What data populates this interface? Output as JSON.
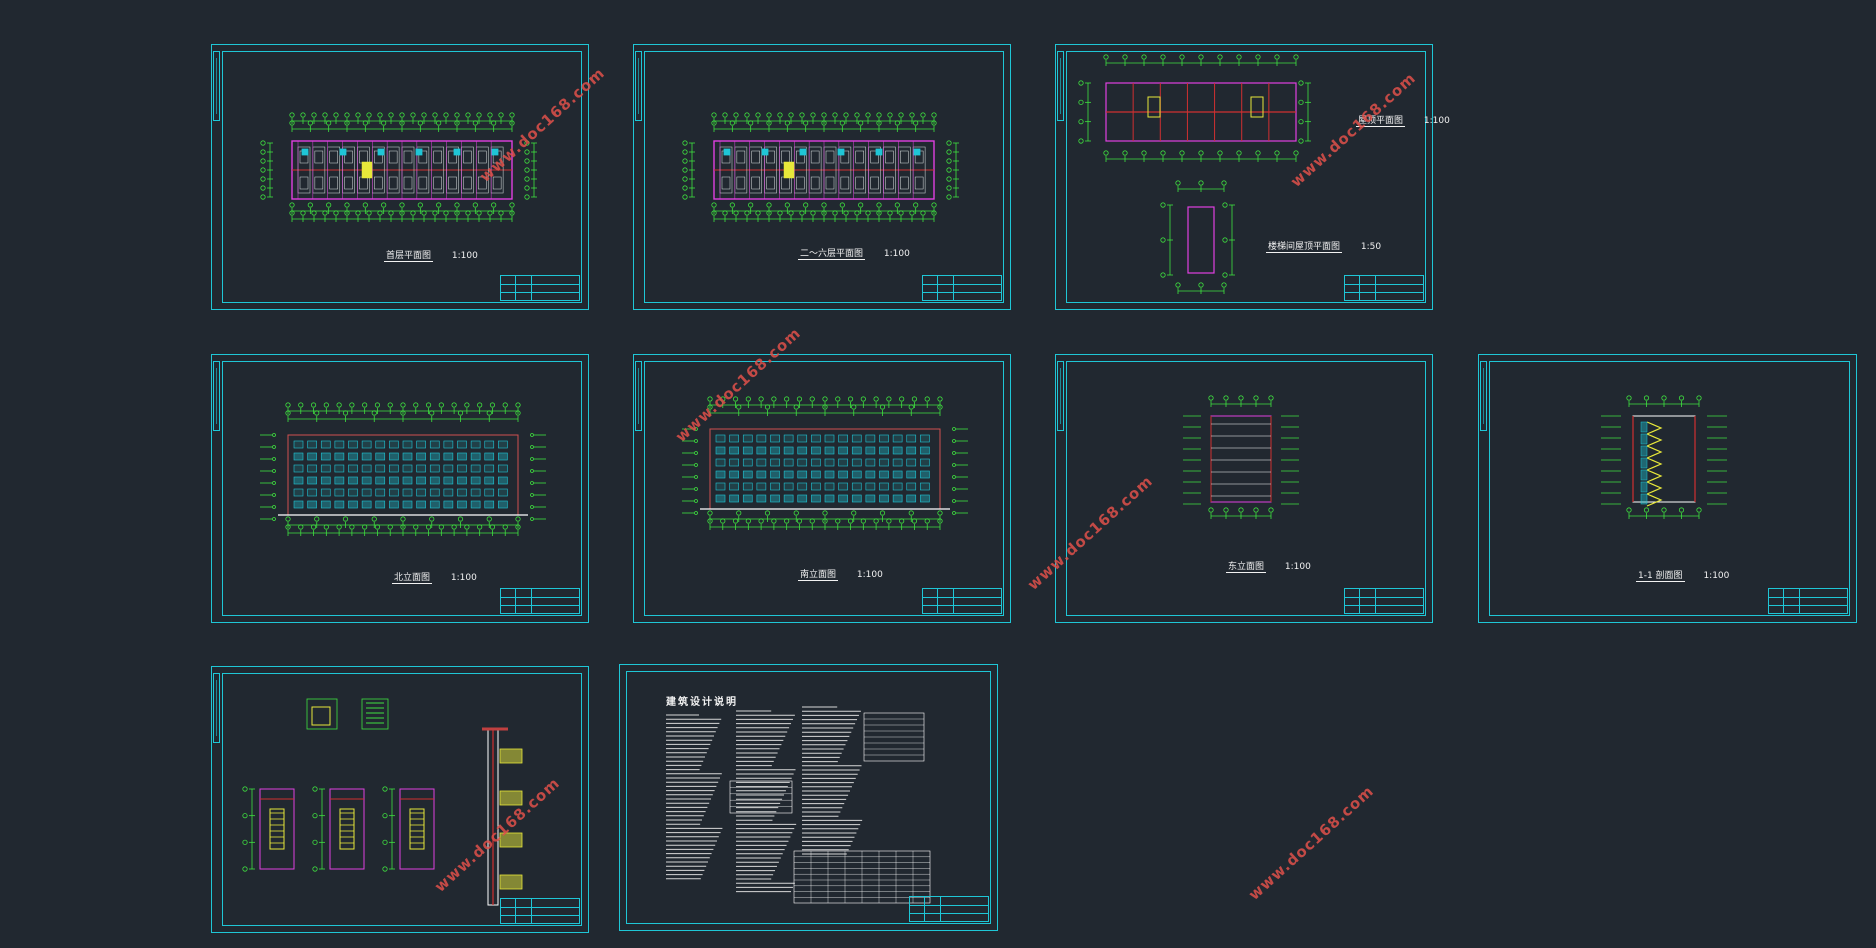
{
  "viewport": "CAD drawing layout overview",
  "colors": {
    "background": "#212830",
    "frame": "#1fc6d6",
    "dimension": "#3fe13f",
    "grid_axis": "#d03030",
    "wall": "#e040e0",
    "window": "#1fc6d6",
    "watermark": "#e0504a",
    "text": "#f2f2f2"
  },
  "watermark": "www.doc168.com",
  "sheets": [
    {
      "id": "s1",
      "kind": "plan",
      "caption": "首层平面图",
      "scale": "1:100"
    },
    {
      "id": "s2",
      "kind": "plan",
      "caption": "二～六层平面图",
      "scale": "1:100"
    },
    {
      "id": "s3",
      "kind": "roof",
      "caption": "屋顶平面图",
      "scale": "1:100",
      "caption2": "楼梯间屋顶平面图",
      "scale2": "1:50"
    },
    {
      "id": "s4",
      "kind": "elevation",
      "caption": "北立面图",
      "scale": "1:100"
    },
    {
      "id": "s5",
      "kind": "elevation",
      "caption": "南立面图",
      "scale": "1:100"
    },
    {
      "id": "s6",
      "kind": "side",
      "caption": "东立面图",
      "scale": "1:100"
    },
    {
      "id": "s7",
      "kind": "section",
      "caption": "1-1 剖面图",
      "scale": "1:100"
    },
    {
      "id": "s8",
      "kind": "details",
      "caption": "",
      "scale": ""
    },
    {
      "id": "s9",
      "kind": "notes",
      "caption": "建筑设计说明",
      "scale": ""
    }
  ]
}
